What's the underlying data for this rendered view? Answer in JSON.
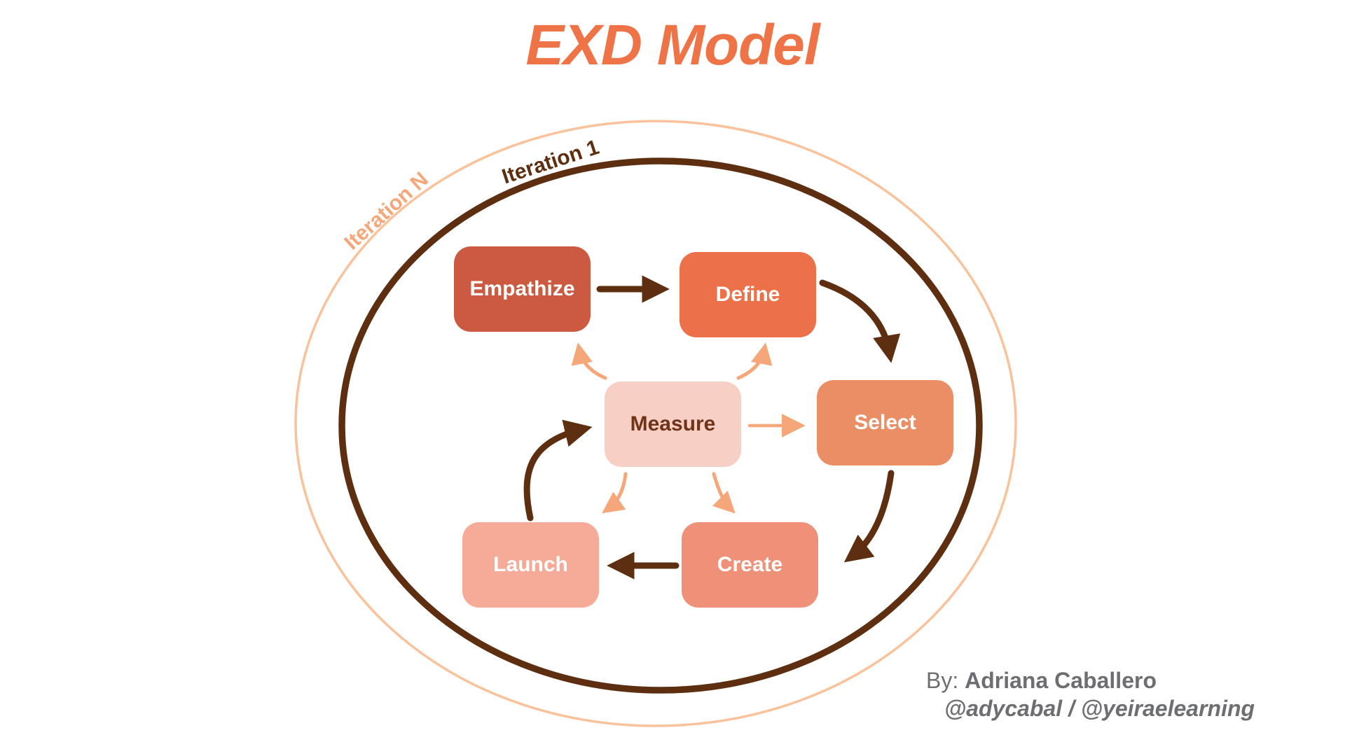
{
  "title": "EXD Model",
  "iteration_labels": {
    "outer": "Iteration N",
    "inner": "Iteration 1"
  },
  "stages": [
    {
      "id": "empathize",
      "label": "Empathize"
    },
    {
      "id": "define",
      "label": "Define"
    },
    {
      "id": "select",
      "label": "Select"
    },
    {
      "id": "create",
      "label": "Create"
    },
    {
      "id": "launch",
      "label": "Launch"
    },
    {
      "id": "measure",
      "label": "Measure"
    }
  ],
  "attribution": {
    "by_label": "By:",
    "author": "Adriana Caballero",
    "handles": "@adycabal / @yeiraelearning"
  },
  "colors": {
    "bg": "#ffffff",
    "accent": "#EE7448",
    "brown": "#5D2E0F",
    "peach": "#F5A779",
    "outer-ellipse": "#F9C29B",
    "empathize": "#CC5A40",
    "define": "#EC7149",
    "select": "#EA8F65",
    "create": "#EF9078",
    "launch": "#F5AB97",
    "measure": "#F8CFC5",
    "measure-text": "#6F3317",
    "attr-gray": "#6D6E71"
  }
}
